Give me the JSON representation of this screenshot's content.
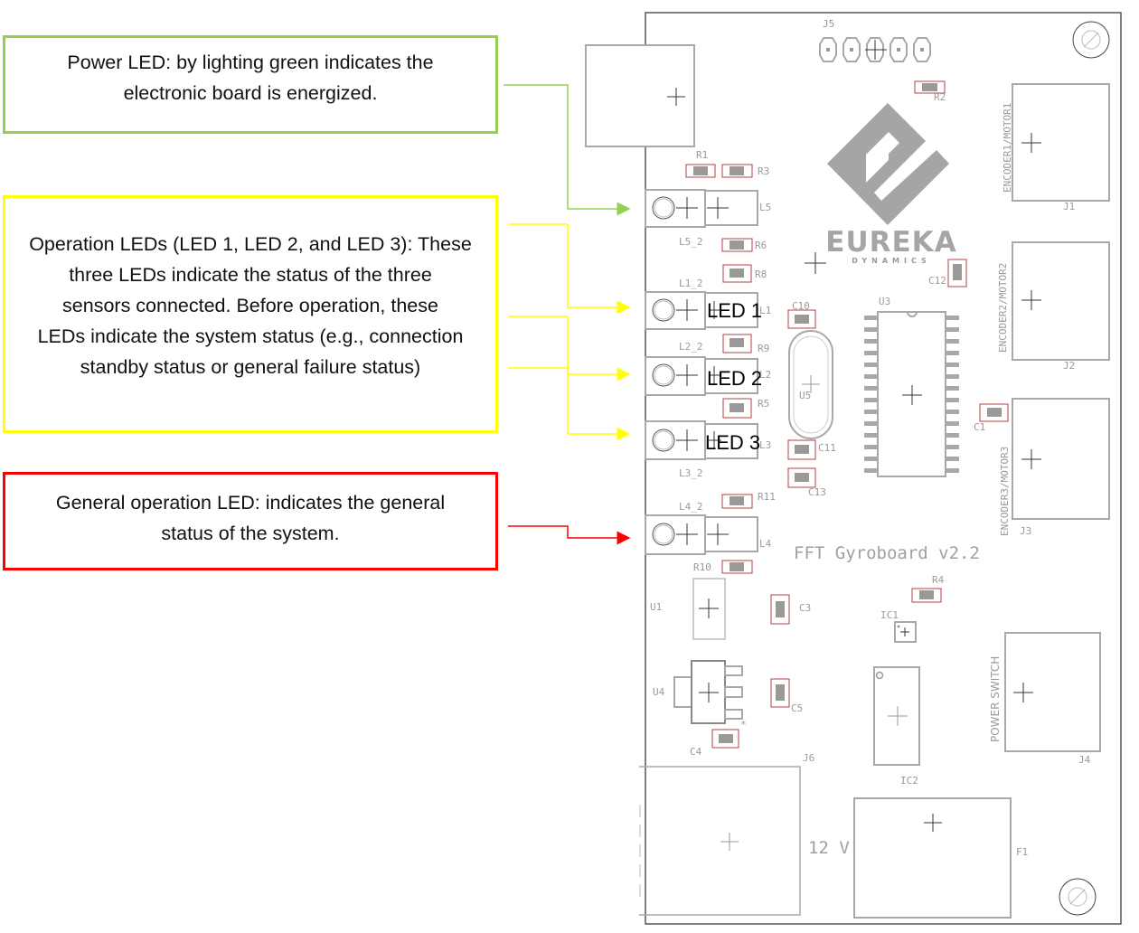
{
  "callouts": {
    "power": {
      "lines": [
        "Power LED: by lighting green indicates the",
        "electronic board is energized."
      ],
      "color": "#92d050"
    },
    "operation": {
      "lines": [
        "Operation LEDs (LED 1, LED 2, and LED 3): These",
        "three LEDs indicate the status of the three",
        "sensors connected. Before operation, these",
        "LEDs indicate the system status (e.g., connection",
        "standby status or general failure status)"
      ],
      "color": "#ffff00"
    },
    "general": {
      "lines": [
        "General operation LED: indicates the general",
        "status of the system."
      ],
      "color": "#ff0000"
    }
  },
  "board": {
    "title": "FFT Gyroboard v2.2",
    "voltage": "12 V",
    "logo": {
      "name": "EUREKA",
      "sub": "DYNAMICS"
    },
    "leds": [
      "LED 1",
      "LED 2",
      "LED 3"
    ],
    "labels": {
      "J5": "J5",
      "R2": "R2",
      "R1": "R1",
      "R3": "R3",
      "L5": "L5",
      "L5_2": "L5_2",
      "R6": "R6",
      "R8": "R8",
      "L1_2": "L1_2",
      "L1": "L1",
      "C10": "C10",
      "U3": "U3",
      "C12": "C12",
      "R9": "R9",
      "L2_2": "L2_2",
      "L2": "L2",
      "R5": "R5",
      "U5": "U5",
      "L3": "L3",
      "L3_2": "L3_2",
      "C11": "C11",
      "C13": "C13",
      "C1": "C1",
      "R11": "R11",
      "L4_2": "L4_2",
      "L4": "L4",
      "R10": "R10",
      "R4": "R4",
      "U1": "U1",
      "C3": "C3",
      "IC1": "IC1",
      "U4": "U4",
      "C5": "C5",
      "C4": "C4",
      "J6": "J6",
      "IC2": "IC2",
      "F1": "F1",
      "J1": "J1",
      "J2": "J2",
      "J3": "J3",
      "J4": "J4",
      "enc1": "ENCODER1/MOTOR1",
      "enc2": "ENCODER2/MOTOR2",
      "enc3": "ENCODER3/MOTOR3",
      "power_switch": "POWER SWITCH"
    }
  }
}
